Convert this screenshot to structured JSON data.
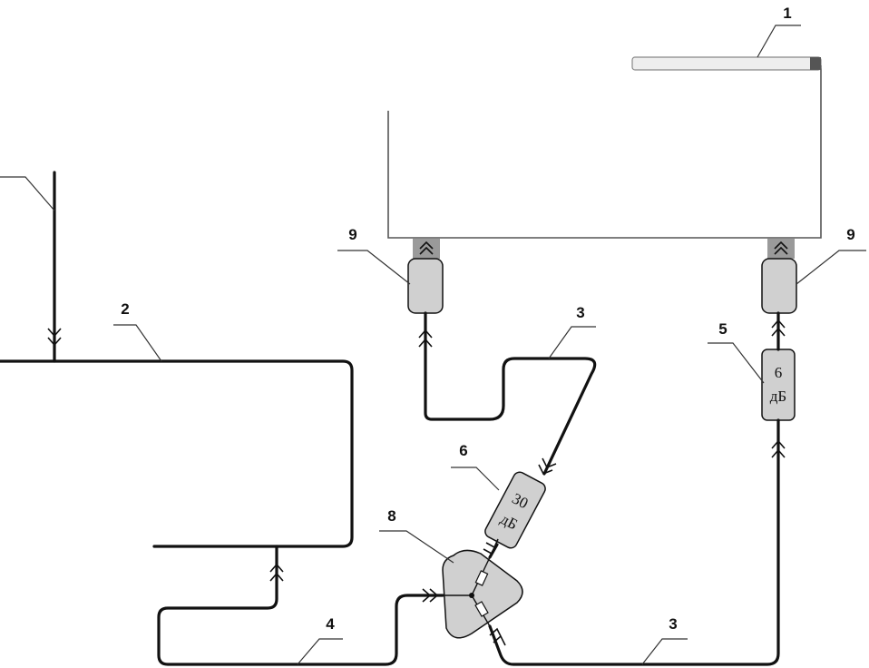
{
  "labels": {
    "n1": "1",
    "n2": "2",
    "n3a": "3",
    "n3b": "3",
    "n4": "4",
    "n5": "5",
    "n6": "6",
    "n8": "8",
    "n9a": "9",
    "n9b": "9"
  },
  "attenuators": {
    "a30_top": "30",
    "a30_bottom": "дБ",
    "a6_top": "6",
    "a6_bottom": "дБ"
  },
  "colors": {
    "line": "#111111",
    "component_fill": "#d0d0d0",
    "frame": "#555555"
  }
}
